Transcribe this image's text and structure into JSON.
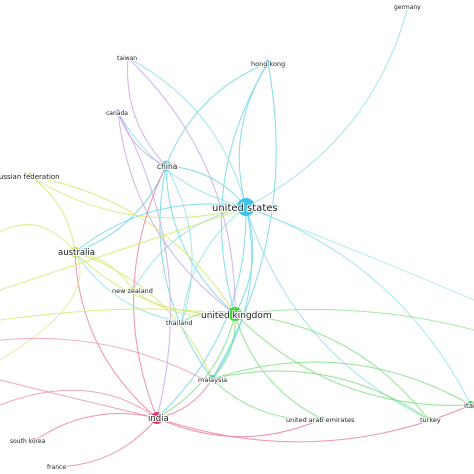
{
  "nodes": [
    {
      "id": "united-states",
      "label": "united states",
      "color": "#3ec3e8"
    },
    {
      "id": "united-kingdom",
      "label": "united kingdom",
      "color": "#3fd83f"
    },
    {
      "id": "china",
      "label": "china",
      "color": "#4ab9e6"
    },
    {
      "id": "australia",
      "label": "australia",
      "color": "#bada2e"
    },
    {
      "id": "india",
      "label": "india",
      "color": "#e0356b"
    },
    {
      "id": "hong-kong",
      "label": "hong kong",
      "color": "#5ec7e8"
    },
    {
      "id": "germany",
      "label": "germany",
      "color": "#6fd0ec"
    },
    {
      "id": "taiwan",
      "label": "taiwan",
      "color": "#b25ee0"
    },
    {
      "id": "canada",
      "label": "canada",
      "color": "#b58ad8"
    },
    {
      "id": "russian-federation",
      "label": "russian federation",
      "color": "#c5df46"
    },
    {
      "id": "new-zealand",
      "label": "new zealand",
      "color": "#c8dc55"
    },
    {
      "id": "thailand",
      "label": "thailand",
      "color": "#7fd8e2"
    },
    {
      "id": "malaysia",
      "label": "malaysia",
      "color": "#45d0b8"
    },
    {
      "id": "united-arab-emirates",
      "label": "united arab emirates",
      "color": "#69d96a"
    },
    {
      "id": "turkey",
      "label": "turkey",
      "color": "#7fdc7a"
    },
    {
      "id": "italy",
      "label": "ital",
      "color": "#3fd83f"
    },
    {
      "id": "south-korea",
      "label": "south korea",
      "color": "#e2457b"
    },
    {
      "id": "france",
      "label": "france",
      "color": "#e15088"
    }
  ],
  "edges": [
    {
      "from": "united-states",
      "to": "china",
      "color": "#6fd6e6"
    },
    {
      "from": "united-states",
      "to": "hong-kong",
      "color": "#6fd6e6"
    },
    {
      "from": "united-states",
      "to": "germany",
      "color": "#8fe0ea"
    },
    {
      "from": "united-states",
      "to": "united-kingdom",
      "color": "#6fd6e6"
    },
    {
      "from": "united-states",
      "to": "australia",
      "color": "#6fd6e6"
    },
    {
      "from": "united-states",
      "to": "canada",
      "color": "#8fe0ea"
    },
    {
      "from": "united-states",
      "to": "taiwan",
      "color": "#8fe0ea"
    },
    {
      "from": "united-states",
      "to": "malaysia",
      "color": "#6fd6e6"
    },
    {
      "from": "united-states",
      "to": "thailand",
      "color": "#8fe0ea"
    },
    {
      "from": "united-states",
      "to": "italy",
      "color": "#8fe0ea"
    },
    {
      "from": "united-states",
      "to": "turkey",
      "color": "#8fe0ea"
    },
    {
      "from": "united-states",
      "to": "india",
      "color": "#6fd6e6"
    },
    {
      "from": "united-states",
      "to": "new-zealand",
      "color": "#8fe0ea"
    },
    {
      "from": "china",
      "to": "hong-kong",
      "color": "#6fd6e6"
    },
    {
      "from": "china",
      "to": "united-kingdom",
      "color": "#6fd6e6"
    },
    {
      "from": "china",
      "to": "australia",
      "color": "#6fd6e6"
    },
    {
      "from": "china",
      "to": "malaysia",
      "color": "#6fd6e6"
    },
    {
      "from": "china",
      "to": "canada",
      "color": "#c9a6e2"
    },
    {
      "from": "taiwan",
      "to": "china",
      "color": "#c9a6e2"
    },
    {
      "from": "taiwan",
      "to": "united-kingdom",
      "color": "#c9a6e2"
    },
    {
      "from": "canada",
      "to": "united-kingdom",
      "color": "#c9a6e2"
    },
    {
      "from": "canada",
      "to": "india",
      "color": "#c9a6e2"
    },
    {
      "from": "hong-kong",
      "to": "united-kingdom",
      "color": "#6fd6e6"
    },
    {
      "from": "hong-kong",
      "to": "malaysia",
      "color": "#6fd6e6"
    },
    {
      "from": "australia",
      "to": "united-kingdom",
      "color": "#d3e86a"
    },
    {
      "from": "australia",
      "to": "new-zealand",
      "color": "#d3e86a"
    },
    {
      "from": "australia",
      "to": "russian-federation",
      "color": "#d3e86a"
    },
    {
      "from": "australia",
      "to": "malaysia",
      "color": "#d3e86a"
    },
    {
      "from": "russian-federation",
      "to": "united-states",
      "color": "#d3e86a"
    },
    {
      "from": "russian-federation",
      "to": "united-kingdom",
      "color": "#d3e86a"
    },
    {
      "from": "new-zealand",
      "to": "united-kingdom",
      "color": "#d3e86a"
    },
    {
      "from": "united-kingdom",
      "to": "malaysia",
      "color": "#7fe07f"
    },
    {
      "from": "united-kingdom",
      "to": "united-arab-emirates",
      "color": "#7fe07f"
    },
    {
      "from": "united-kingdom",
      "to": "turkey",
      "color": "#7fe07f"
    },
    {
      "from": "united-kingdom",
      "to": "italy",
      "color": "#7fe07f"
    },
    {
      "from": "united-kingdom",
      "to": "india",
      "color": "#7fe07f"
    },
    {
      "from": "united-kingdom",
      "to": "thailand",
      "color": "#7fe07f"
    },
    {
      "from": "malaysia",
      "to": "italy",
      "color": "#7fe07f"
    },
    {
      "from": "malaysia",
      "to": "united-arab-emirates",
      "color": "#7fe07f"
    },
    {
      "from": "malaysia",
      "to": "turkey",
      "color": "#7fe07f"
    },
    {
      "from": "india",
      "to": "malaysia",
      "color": "#ea7fa4"
    },
    {
      "from": "india",
      "to": "china",
      "color": "#ea7fa4"
    },
    {
      "from": "india",
      "to": "south-korea",
      "color": "#ea7fa4"
    },
    {
      "from": "india",
      "to": "france",
      "color": "#ea7fa4"
    },
    {
      "from": "india",
      "to": "united-arab-emirates",
      "color": "#ea7fa4"
    },
    {
      "from": "india",
      "to": "australia",
      "color": "#ea7fa4"
    },
    {
      "from": "india",
      "to": "italy",
      "color": "#ea7fa4"
    },
    {
      "from": "thailand",
      "to": "australia",
      "color": "#8fe0ea"
    },
    {
      "from": "thailand",
      "to": "china",
      "color": "#8fe0ea"
    }
  ]
}
